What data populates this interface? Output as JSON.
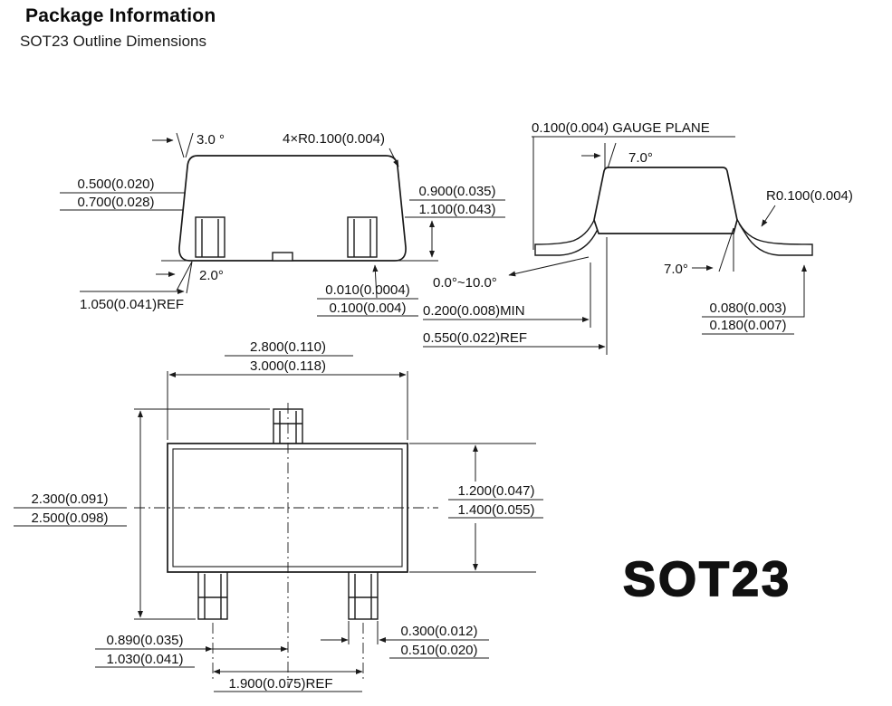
{
  "header": {
    "title": "Package Information",
    "subtitle": "SOT23 Outline Dimensions"
  },
  "part_name": "SOT23",
  "front_view": {
    "draft_angle_top": "3.0 °",
    "corner_radius": "4×R0.100(0.004)",
    "lead_height": {
      "min": "0.500(0.020)",
      "max": "0.700(0.028)"
    },
    "body_height": {
      "min": "0.900(0.035)",
      "max": "1.100(0.043)"
    },
    "draft_angle_bottom": "2.0°",
    "lead_pitch_ref": "1.050(0.041)REF",
    "standoff": {
      "min": "0.010(0.0004)",
      "max": "0.100(0.004)"
    }
  },
  "side_view": {
    "gauge_plane": "0.100(0.004) GAUGE PLANE",
    "body_angle_top": "7.0°",
    "lead_radius": "R0.100(0.004)",
    "body_angle_bottom": "7.0°",
    "foot_angle_range": "0.0°~10.0°",
    "foot_length_min": "0.200(0.008)MIN",
    "lead_length_ref": "0.550(0.022)REF",
    "lead_thickness": {
      "min": "0.080(0.003)",
      "max": "0.180(0.007)"
    }
  },
  "top_view": {
    "body_length": {
      "min": "2.800(0.110)",
      "max": "3.000(0.118)"
    },
    "overall_width": {
      "min": "2.300(0.091)",
      "max": "2.500(0.098)"
    },
    "body_width": {
      "min": "1.200(0.047)",
      "max": "1.400(0.055)"
    },
    "lead_offset": {
      "min": "0.890(0.035)",
      "max": "1.030(0.041)"
    },
    "lead_span_ref": "1.900(0.075)REF",
    "lead_width": {
      "min": "0.300(0.012)",
      "max": "0.510(0.020)"
    }
  }
}
